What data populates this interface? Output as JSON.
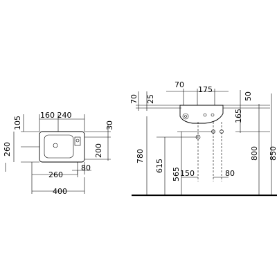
{
  "views": {
    "plan": {
      "dims": {
        "d105": "105",
        "d160_240": "160 240",
        "d260_depth": "260",
        "d30": "30",
        "d200": "200",
        "d80": "80",
        "d260_width": "260",
        "d400": "400"
      }
    },
    "elevation": {
      "dims": {
        "d70_top": "70",
        "d175": "175",
        "d70_left": "70",
        "d25": "25",
        "d50": "50",
        "d165": "165",
        "d780": "780",
        "d615": "615",
        "d565": "565",
        "d150": "150",
        "d80": "80",
        "d800": "800",
        "d850": "850"
      }
    }
  }
}
